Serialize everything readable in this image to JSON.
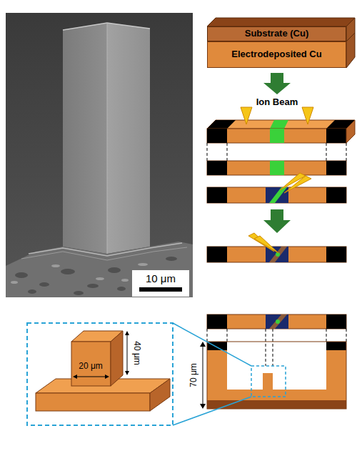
{
  "diagram": {
    "nodes": [
      {
        "text": [
          "Substrate (Cu)"
        ]
      },
      {
        "text": [
          "Electrodeposited Cu"
        ]
      }
    ],
    "labels": [
      "Ion Beam",
      "10 μm",
      "20 μm",
      "40 μm",
      "70 μm"
    ]
  }
}
